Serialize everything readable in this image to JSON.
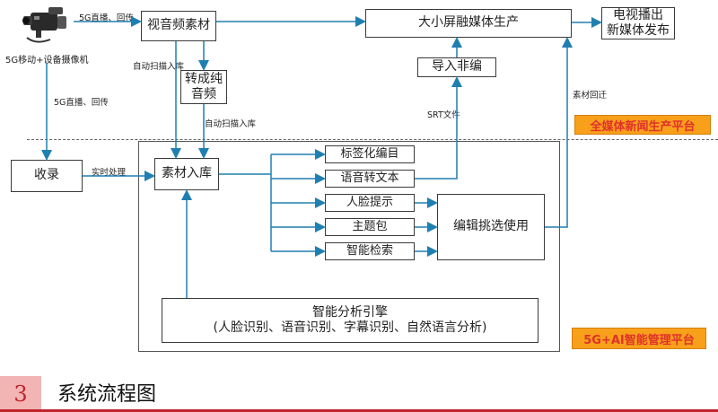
{
  "nodes": {
    "av_material": "视音频素材",
    "big_small_screen": "大小屏融媒体生产",
    "tv_newmedia": "电视播出\n新媒体发布",
    "to_audio": "转成纯\n音频",
    "import_edit": "导入非编",
    "record": "收录",
    "material_ingest": "素材入库",
    "tag_catalog": "标签化编目",
    "speech_to_text": "语音转文本",
    "face_hint": "人脸提示",
    "topic_pack": "主题包",
    "smart_search": "智能检索",
    "edit_select": "编辑挑选使用",
    "ai_engine_title": "智能分析引擎",
    "ai_engine_sub": "(人脸识别、语音识别、字幕识别、自然语言分析)"
  },
  "labels": {
    "camera": "5G移动+设备摄像机",
    "live_playback_top": "5G直播、回传",
    "live_playback_down": "5G直播、回传",
    "auto_scan_1": "自动扫描入库",
    "auto_scan_2": "自动扫描入库",
    "srt_file": "SRT文件",
    "material_return": "素材回迁",
    "realtime": "实时处理"
  },
  "badges": {
    "newsroom": "全媒体新闻生产平台",
    "ai_platform": "5G+AI智能管理平台"
  },
  "footer": {
    "number": "3",
    "title": "系统流程图"
  },
  "colors": {
    "arrow": "#1f7fb0",
    "badge_bg": "#f9a01b",
    "badge_text": "#e0312b",
    "footer_accent": "#c0242b"
  }
}
